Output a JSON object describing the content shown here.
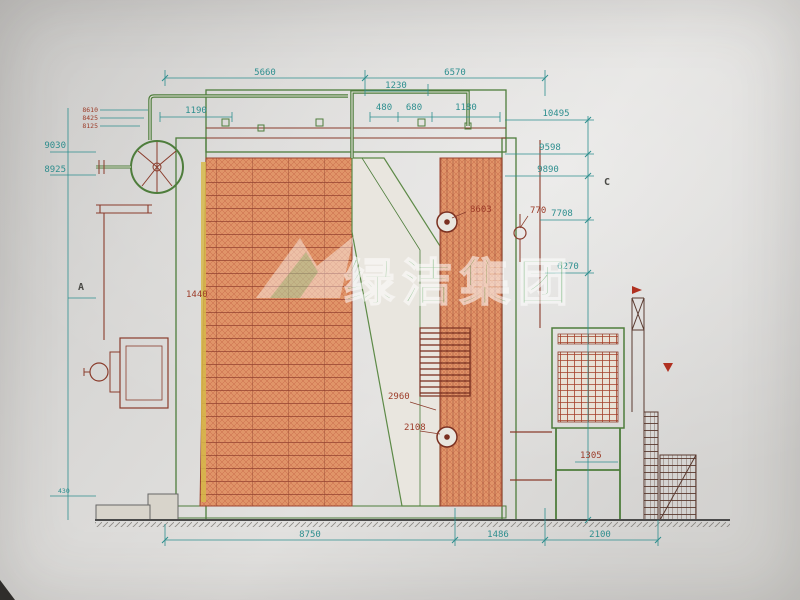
{
  "title": "boiler-side-elevation-drawing",
  "watermark": {
    "text": "绿洁集团",
    "logo": "v-swoosh-logo"
  },
  "section_labels": {
    "a": "A",
    "c": "C"
  },
  "dims": {
    "d5660": "5660",
    "d6570": "6570",
    "d1230": "1230",
    "d1190": "1190",
    "d480": "480",
    "d680": "680",
    "d1180": "1180",
    "d10495": "10495",
    "d9598": "9598",
    "d9890": "9890",
    "d7708": "7708",
    "d6270": "6270",
    "d8610": "8610",
    "d8425": "8425",
    "d8125": "8125",
    "d9030": "9030",
    "d8925": "8925",
    "d8603": "8603",
    "d770": "770",
    "d1440": "1440",
    "d2960": "2960",
    "d2108": "2108",
    "d1305": "1305",
    "d430": "430",
    "d8750": "8750",
    "d1486": "1486",
    "d2100": "2100"
  },
  "colors": {
    "paper": "#dcdbd9",
    "hatch_fill": "#e09468",
    "line_red": "#8a3c2c",
    "line_green": "#4e7d3c",
    "dim_teal": "#2e8f8f",
    "watermark_green": "#55a95c"
  }
}
